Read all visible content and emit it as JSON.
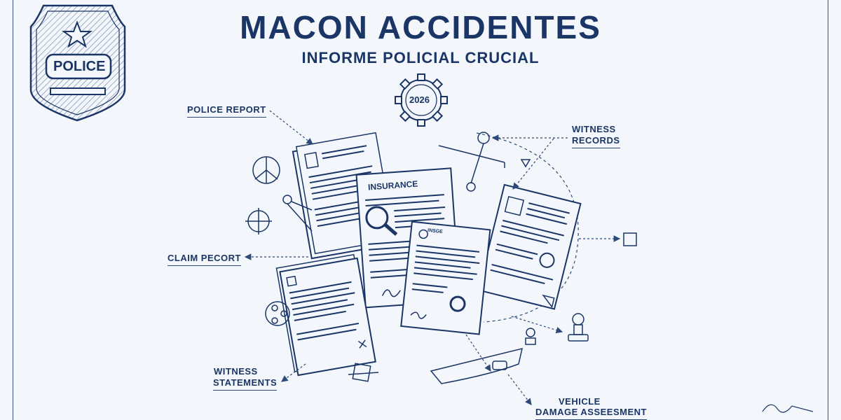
{
  "header": {
    "title": "MACON ACCIDENTES",
    "subtitle": "INFORME POLICIAL CRUCIAL"
  },
  "badge": {
    "text": "POLICE",
    "icon": "police-badge-icon"
  },
  "gear": {
    "year": "2026",
    "icon": "gear-icon"
  },
  "labels": {
    "police_report": "POLICE REPORT",
    "witness_records_line1": "WITNESS",
    "witness_records_line2": "RECORDS",
    "claim_record": "CLAIM PECORT",
    "witness_statements_line1": "WITNESS",
    "witness_statements_line2": "STATEMENTS",
    "vehicle_damage_line1": "VEHICLE",
    "vehicle_damage_line2": "DAMAGE ASSEESMENT"
  },
  "documents": {
    "insurance_title": "INSURANCE",
    "small_doc_title": "INSGE"
  },
  "colors": {
    "ink": "#1a3566",
    "paper": "#f3f7fb"
  }
}
